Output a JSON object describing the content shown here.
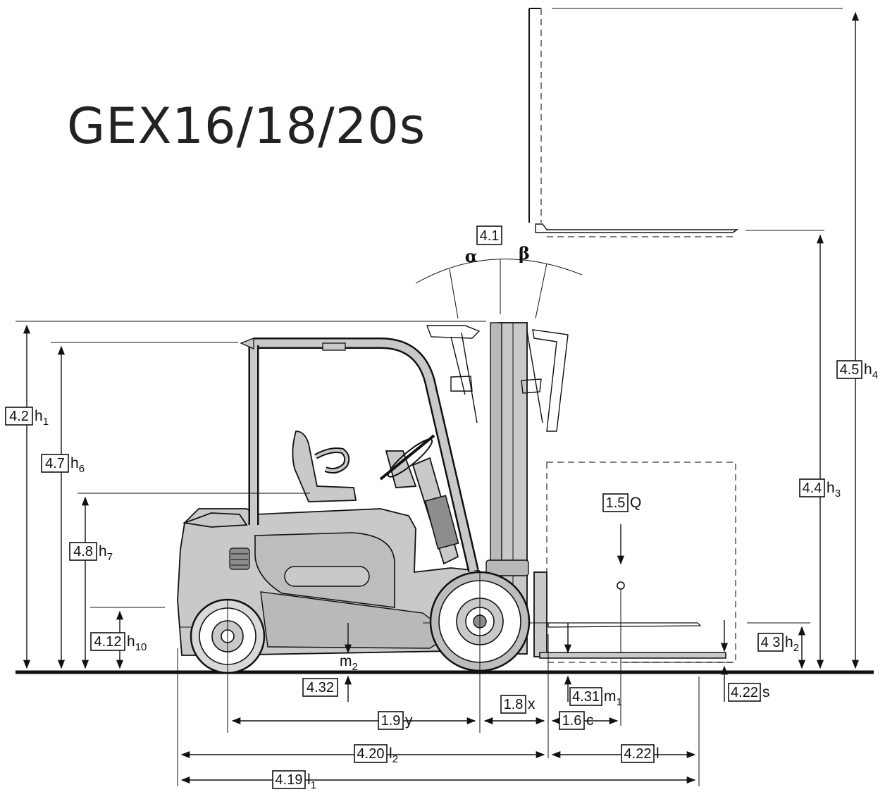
{
  "title": "GEX16/18/20s",
  "tilt": {
    "code": "4.1",
    "alpha": "α",
    "beta": "β"
  },
  "dimensions": [
    {
      "id": "h1",
      "code": "4.2",
      "symbol": "h",
      "sub": "1"
    },
    {
      "id": "h6",
      "code": "4.7",
      "symbol": "h",
      "sub": "6"
    },
    {
      "id": "h7",
      "code": "4.8",
      "symbol": "h",
      "sub": "7"
    },
    {
      "id": "h10",
      "code": "4.12",
      "symbol": "h",
      "sub": "10"
    },
    {
      "id": "h4",
      "code": "4.5",
      "symbol": "h",
      "sub": "4"
    },
    {
      "id": "h3",
      "code": "4.4",
      "symbol": "h",
      "sub": "3"
    },
    {
      "id": "h2",
      "code": "4 3",
      "symbol": "h",
      "sub": "2"
    },
    {
      "id": "Q",
      "code": "1.5",
      "symbol": "Q",
      "sub": ""
    },
    {
      "id": "m2",
      "code": "4.32",
      "symbol": "m",
      "sub": "2"
    },
    {
      "id": "m1",
      "code": "4.31",
      "symbol": "m",
      "sub": "1"
    },
    {
      "id": "s",
      "code": "4.22",
      "symbol": "s",
      "sub": ""
    },
    {
      "id": "x",
      "code": "1.8",
      "symbol": "x",
      "sub": ""
    },
    {
      "id": "y",
      "code": "1.9",
      "symbol": "y",
      "sub": ""
    },
    {
      "id": "c",
      "code": "1.6",
      "symbol": "c",
      "sub": ""
    },
    {
      "id": "l2",
      "code": "4.20",
      "symbol": "l",
      "sub": "2"
    },
    {
      "id": "l",
      "code": "4.22",
      "symbol": "l",
      "sub": ""
    },
    {
      "id": "l1",
      "code": "4.19",
      "symbol": "l",
      "sub": "1"
    }
  ]
}
